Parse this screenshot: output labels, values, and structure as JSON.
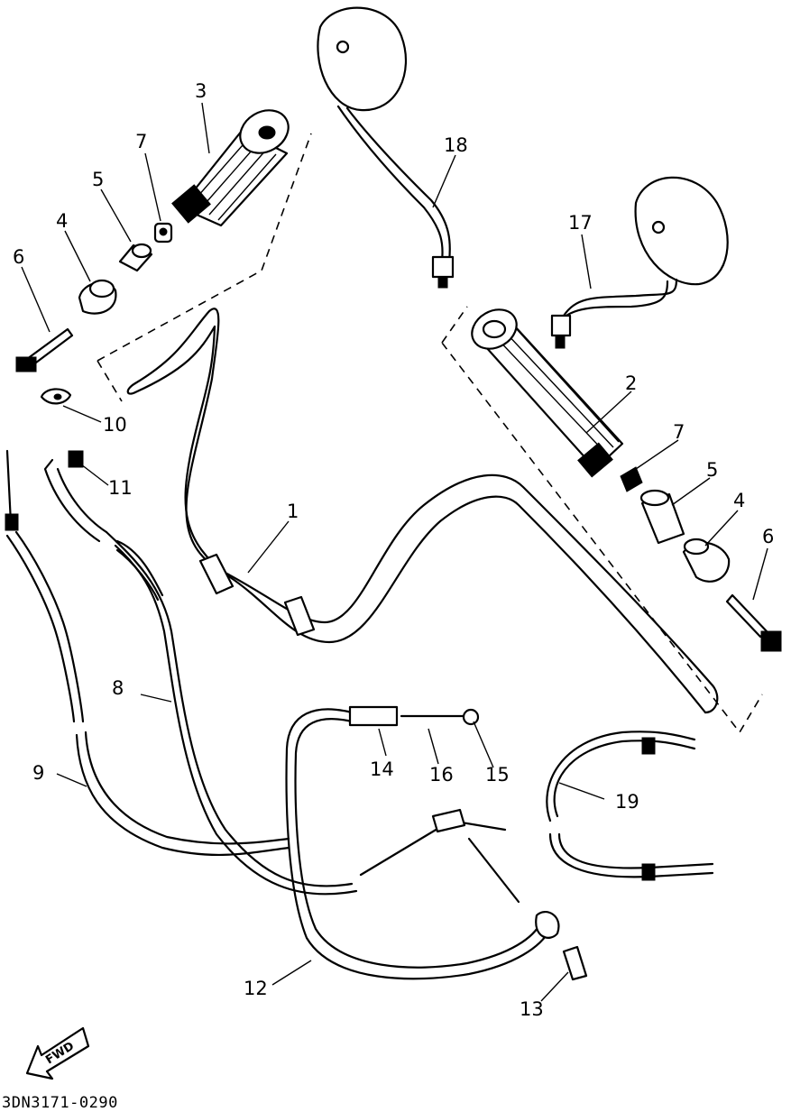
{
  "diagram": {
    "callouts": {
      "c1": "1",
      "c2": "2",
      "c3": "3",
      "c4a": "4",
      "c4b": "4",
      "c5a": "5",
      "c5b": "5",
      "c6a": "6",
      "c6b": "6",
      "c7a": "7",
      "c7b": "7",
      "c8": "8",
      "c9": "9",
      "c10": "10",
      "c11": "11",
      "c12": "12",
      "c13": "13",
      "c14": "14",
      "c15": "15",
      "c16": "16",
      "c17": "17",
      "c18": "18",
      "c19": "19"
    },
    "direction_label": "FWD",
    "drawing_code": "3DN3171-0290"
  }
}
